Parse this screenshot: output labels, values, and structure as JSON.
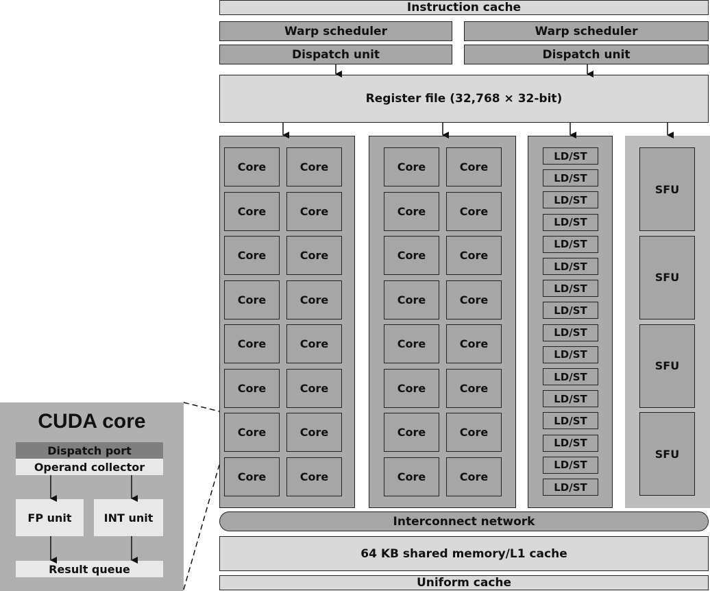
{
  "top": {
    "instruction_cache": "Instruction cache",
    "warp_scheduler": "Warp scheduler",
    "dispatch_unit": "Dispatch unit",
    "register_file": "Register file (32,768 × 32-bit)"
  },
  "units": {
    "core": "Core",
    "ldst": "LD/ST",
    "sfu": "SFU"
  },
  "bottom": {
    "interconnect": "Interconnect network",
    "shared_memory": "64 KB shared memory/L1 cache",
    "uniform_cache": "Uniform cache"
  },
  "cuda_core": {
    "title": "CUDA core",
    "dispatch_port": "Dispatch port",
    "operand_collector": "Operand collector",
    "fp_unit": "FP unit",
    "int_unit": "INT unit",
    "result_queue": "Result queue"
  },
  "colors": {
    "light_block": "#d9d9d9",
    "medium_block": "#a6a6a6",
    "group_bg": "#aaaaaa",
    "inset_bg": "#b0b0b0",
    "dispatch_port": "#7f7f7f",
    "inset_light": "#e8e8e8"
  }
}
